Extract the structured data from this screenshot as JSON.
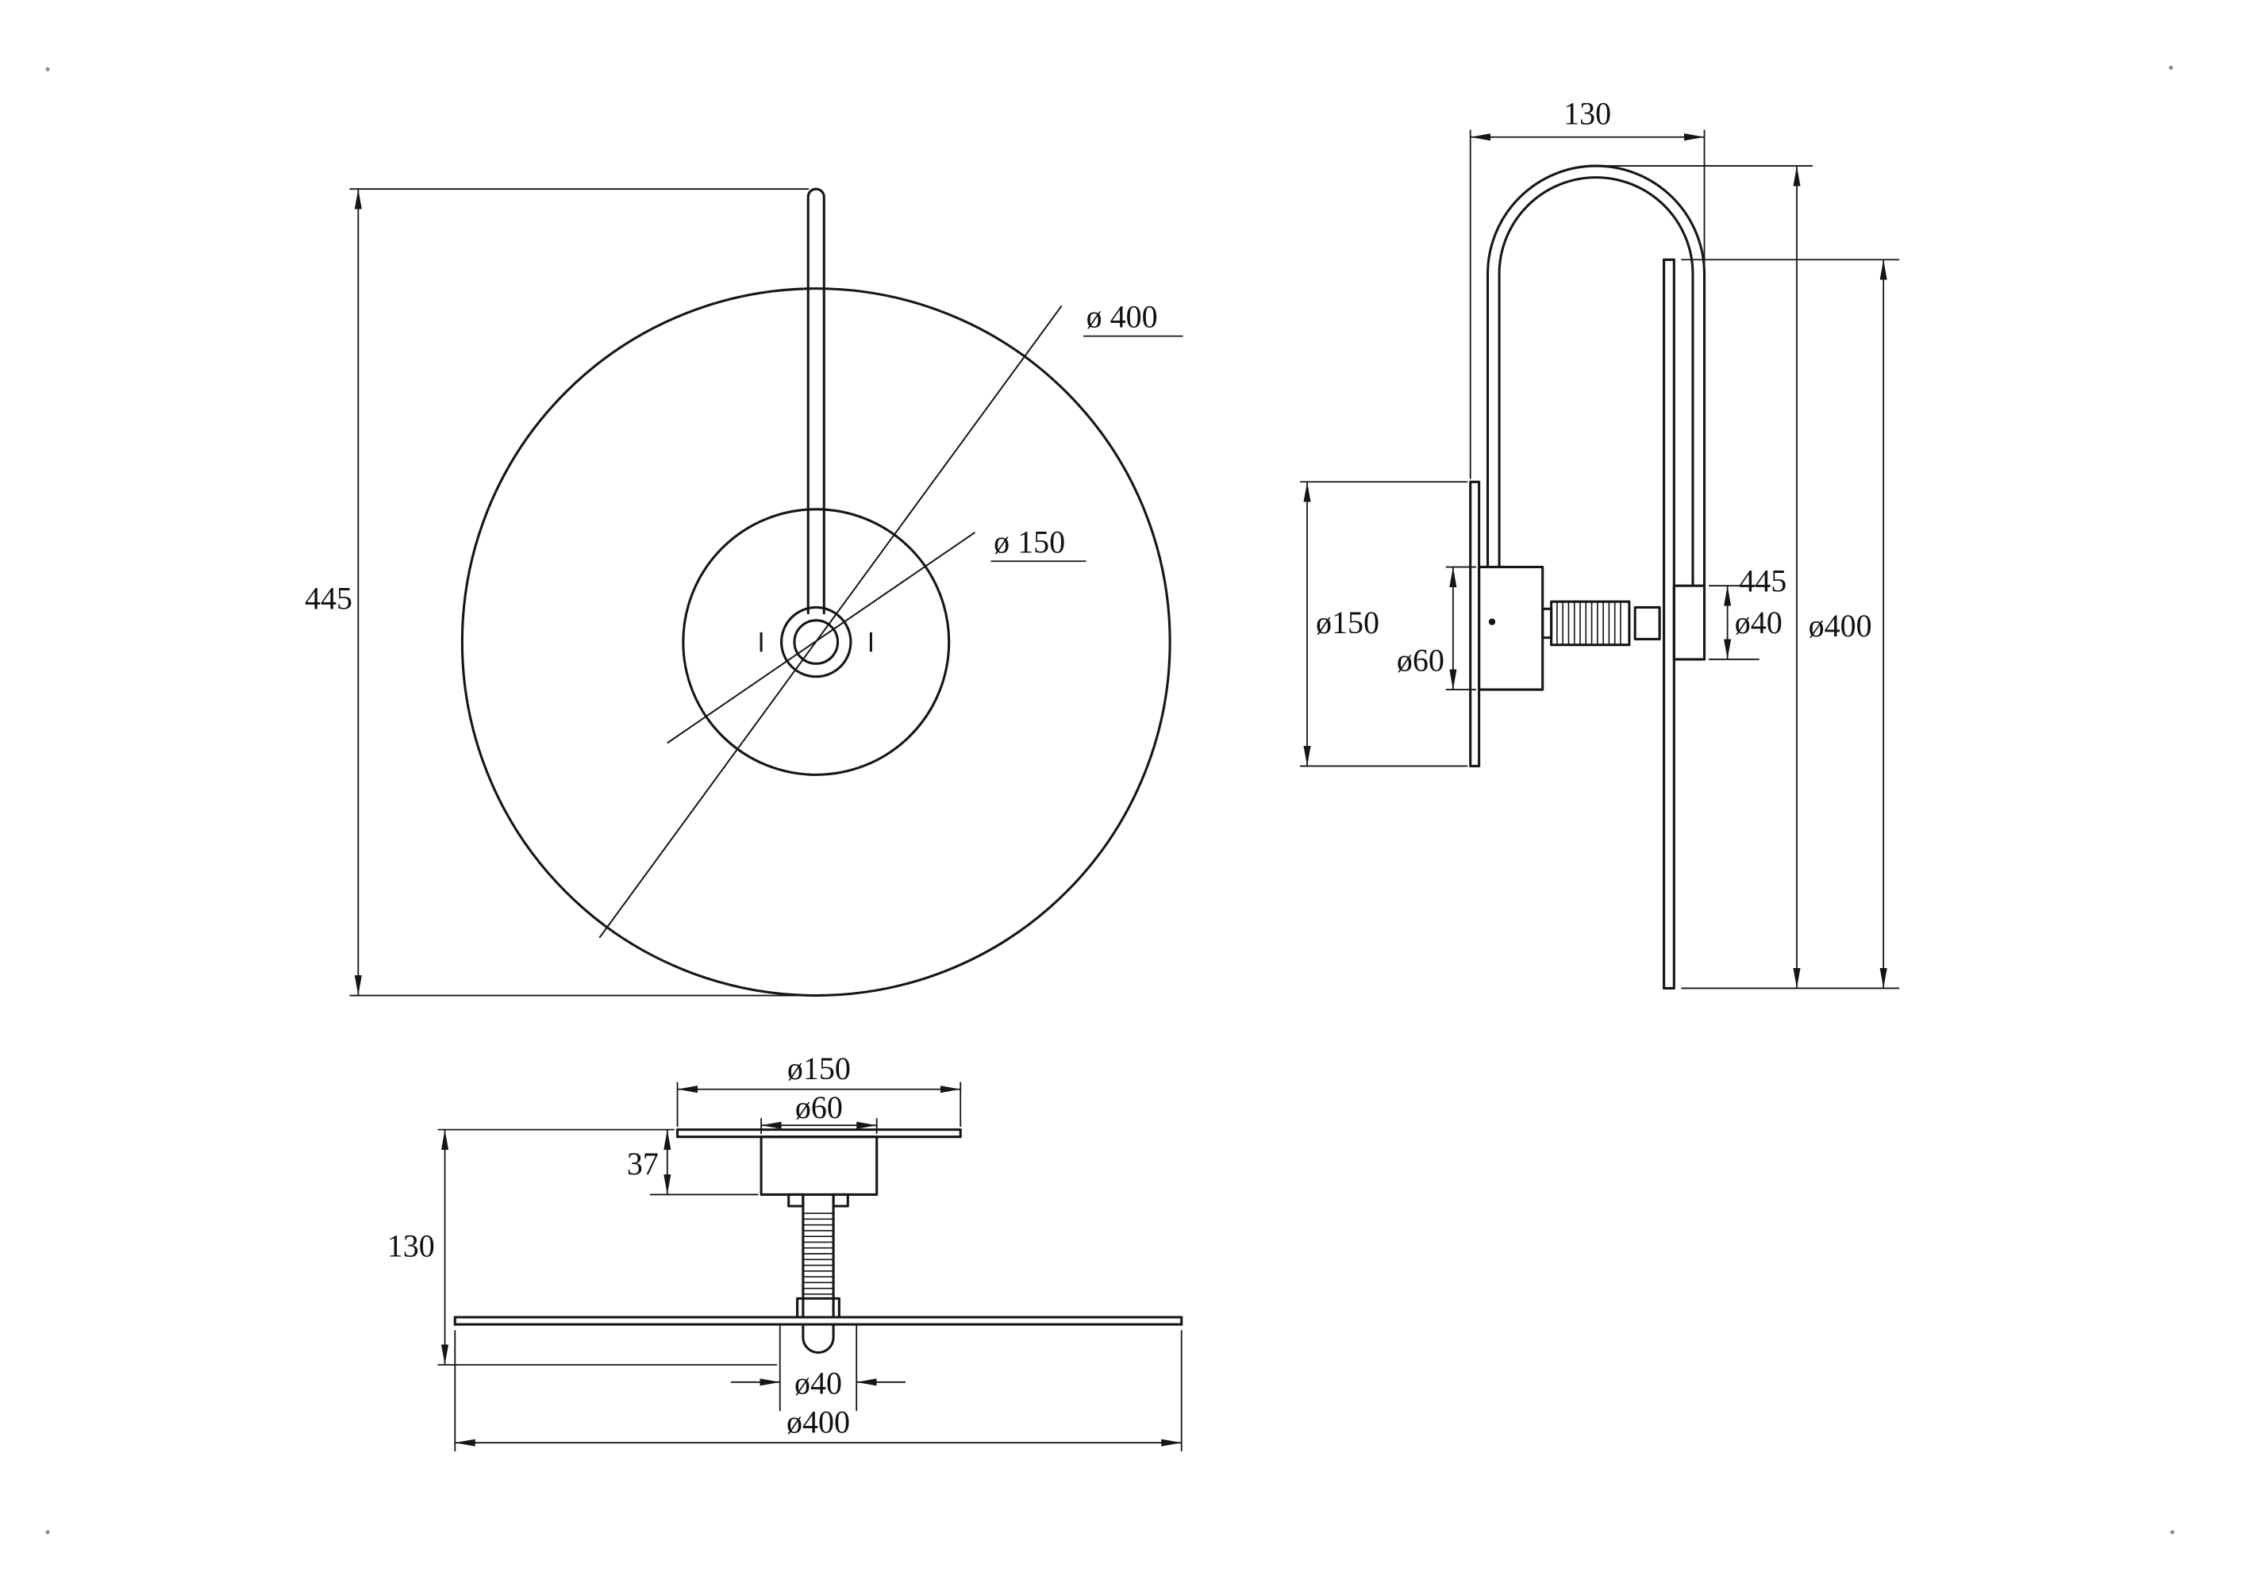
{
  "drawing": {
    "kind": "wall-lamp dimension drawing",
    "front": {
      "height": "445",
      "outer_diameter": "ø 400",
      "inner_diameter": "ø 150"
    },
    "side": {
      "depth": "130",
      "plate_diameter": "ø150",
      "hub_diameter": "ø60",
      "tube_diameter": "ø40",
      "height": "445",
      "disc_diameter": "ø400"
    },
    "bottom": {
      "plate_diameter": "ø150",
      "hub_diameter": "ø60",
      "hub_height": "37",
      "depth": "130",
      "tube_diameter": "ø40",
      "disc_diameter": "ø400"
    }
  }
}
